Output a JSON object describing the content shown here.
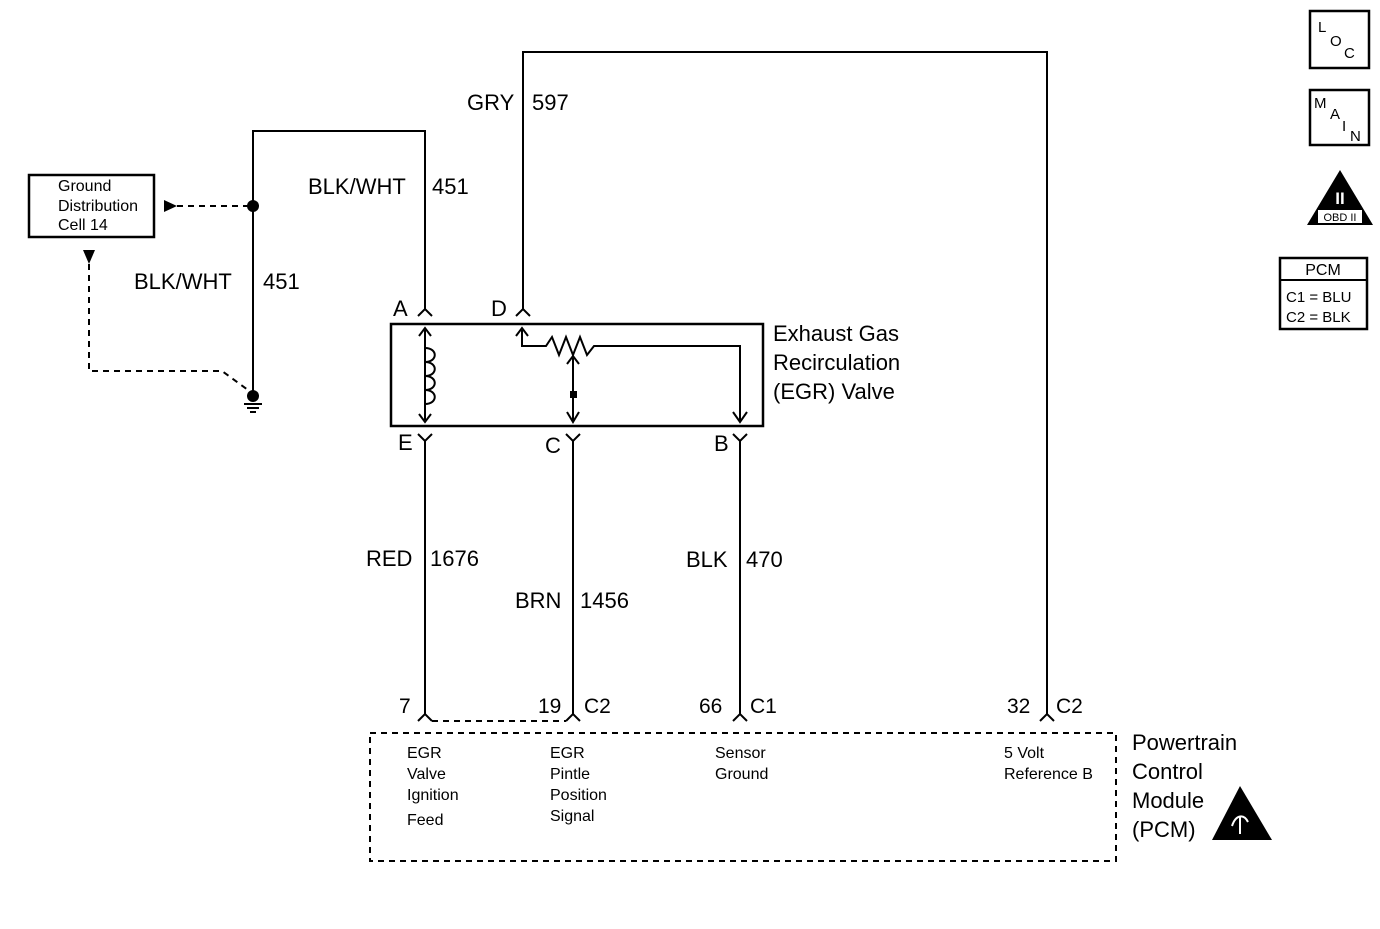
{
  "ground_cell": {
    "line1": "Ground",
    "line2": "Distribution",
    "line3": "Cell 14"
  },
  "wires": {
    "ground_wire_upper": {
      "color": "BLK/WHT",
      "circuit": "451"
    },
    "ground_wire_lower": {
      "color": "BLK/WHT",
      "circuit": "451"
    },
    "reference_wire": {
      "color": "GRY",
      "circuit": "597"
    },
    "ignition_wire": {
      "color": "RED",
      "circuit": "1676"
    },
    "signal_wire": {
      "color": "BRN",
      "circuit": "1456"
    },
    "sensor_ground_wire": {
      "color": "BLK",
      "circuit": "470"
    }
  },
  "egr_valve": {
    "title_line1": "Exhaust Gas",
    "title_line2": "Recirculation",
    "title_line3": "(EGR) Valve",
    "pins": {
      "a": "A",
      "d": "D",
      "e": "E",
      "c": "C",
      "b": "B"
    }
  },
  "pcm": {
    "title_line1": "Powertrain",
    "title_line2": "Control",
    "title_line3": "Module",
    "title_line4": "(PCM)",
    "pins": {
      "p7": {
        "num": "7"
      },
      "p19": {
        "num": "19",
        "conn": "C2"
      },
      "p66": {
        "num": "66",
        "conn": "C1"
      },
      "p32": {
        "num": "32",
        "conn": "C2"
      }
    },
    "functions": {
      "ignition": [
        "EGR",
        "Valve",
        "Ignition",
        "Feed"
      ],
      "pintle": [
        "EGR",
        "Pintle",
        "Position",
        "Signal"
      ],
      "ground": [
        "Sensor",
        "Ground"
      ],
      "reference": [
        "5 Volt",
        "Reference B"
      ]
    }
  },
  "legend": {
    "loc": {
      "l": "L",
      "o": "O",
      "c": "C"
    },
    "main": {
      "m": "M",
      "a": "A",
      "i": "I",
      "n": "N"
    },
    "obd": {
      "numeral": "II",
      "label": "OBD II"
    },
    "pcm_connectors": {
      "title": "PCM",
      "c1": "C1 = BLU",
      "c2": "C2 = BLK"
    }
  }
}
